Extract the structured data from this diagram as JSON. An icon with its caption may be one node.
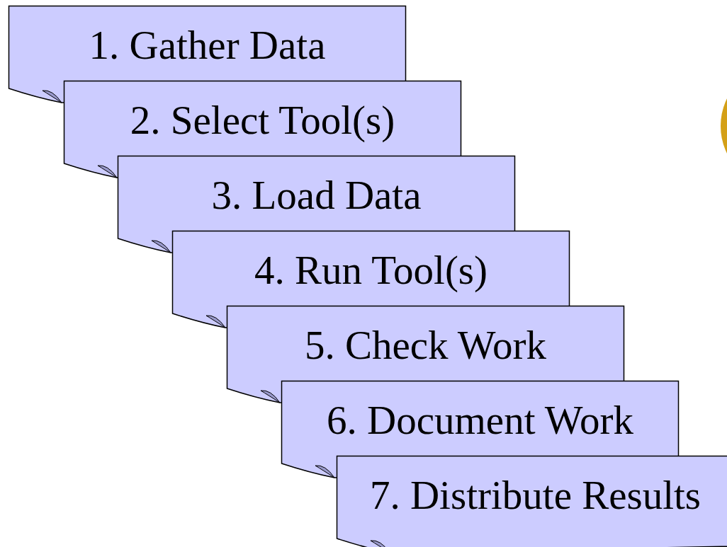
{
  "diagram": {
    "nodes": [
      {
        "text": [
          "1. Gather Data"
        ]
      },
      {
        "text": [
          "2. Select Tool(s)"
        ]
      },
      {
        "text": [
          "3. Load Data"
        ]
      },
      {
        "text": [
          "4. Run Tool(s)"
        ]
      },
      {
        "text": [
          "5. Check Work"
        ]
      },
      {
        "text": [
          "6. Document Work"
        ]
      },
      {
        "text": [
          "7. Distribute Results"
        ]
      }
    ]
  }
}
